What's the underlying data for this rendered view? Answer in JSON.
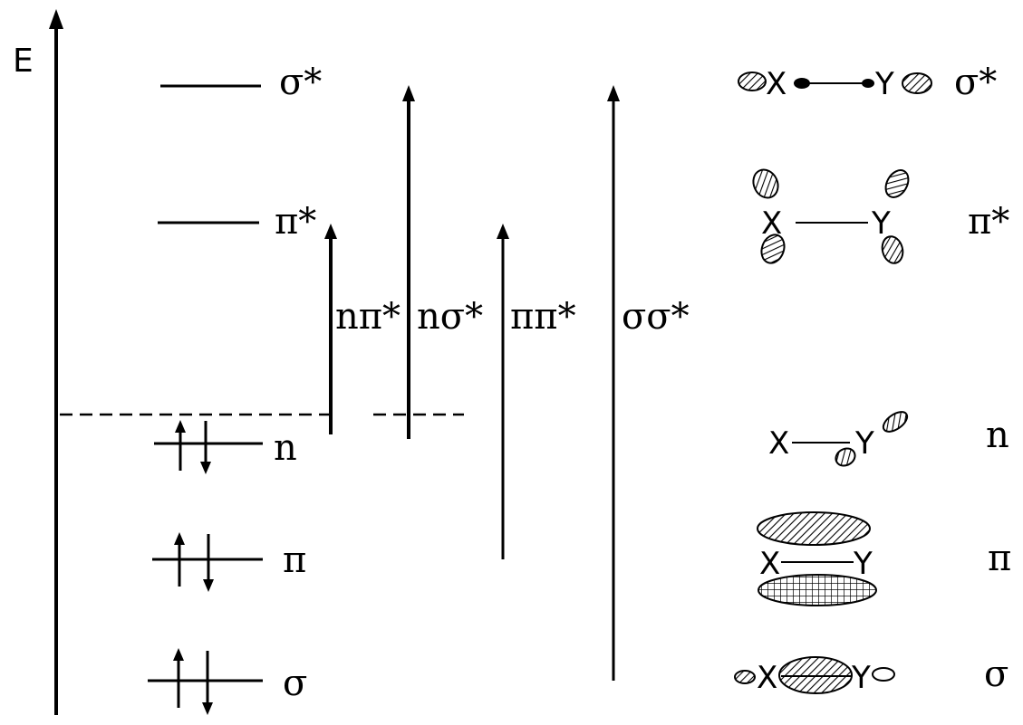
{
  "axis": {
    "label": "E"
  },
  "levels": [
    {
      "id": "sigma-star",
      "label": "σ*",
      "electrons": 0
    },
    {
      "id": "pi-star",
      "label": "π*",
      "electrons": 0
    },
    {
      "id": "n",
      "label": "n",
      "electrons": 2
    },
    {
      "id": "pi",
      "label": "π",
      "electrons": 2
    },
    {
      "id": "sigma",
      "label": "σ",
      "electrons": 2
    }
  ],
  "transitions": [
    {
      "id": "n-pi-star",
      "label": "nπ*",
      "from": "n",
      "to": "pi-star"
    },
    {
      "id": "n-sigma-star",
      "label": "nσ*",
      "from": "n",
      "to": "sigma-star"
    },
    {
      "id": "pi-pi-star",
      "label": "ππ*",
      "from": "pi",
      "to": "pi-star"
    },
    {
      "id": "sigma-sigma-star",
      "label": "σσ*",
      "from": "sigma",
      "to": "sigma-star"
    }
  ],
  "orbitals": {
    "atom_x": "X",
    "atom_y": "Y",
    "labels": {
      "sigma_star": "σ*",
      "pi_star": "π*",
      "n": "n",
      "pi": "π",
      "sigma": "σ"
    }
  }
}
